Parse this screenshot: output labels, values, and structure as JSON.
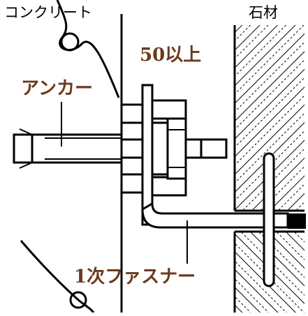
{
  "labels": {
    "concrete": "コンクリート",
    "stone": "石材",
    "min_distance": "50以上",
    "anchor": "アンカー",
    "primary_fastener": "1次ファスナー"
  },
  "colors": {
    "line": "#000000",
    "label_brown": "#6b3a1c",
    "background": "#ffffff"
  }
}
